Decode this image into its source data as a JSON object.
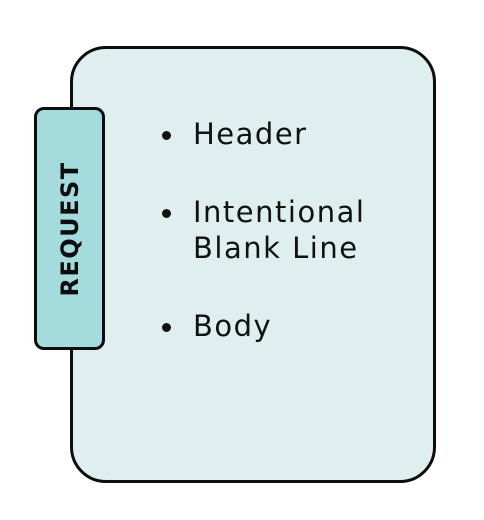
{
  "diagram": {
    "tab_label": "REQUEST",
    "items": [
      {
        "label": "Header"
      },
      {
        "label": "Intentional Blank Line"
      },
      {
        "label": "Body"
      }
    ],
    "colors": {
      "card_fill": "#dfeeee",
      "tab_fill": "#a4dbdd",
      "outline": "#0d0d0d",
      "text": "#111111"
    }
  }
}
